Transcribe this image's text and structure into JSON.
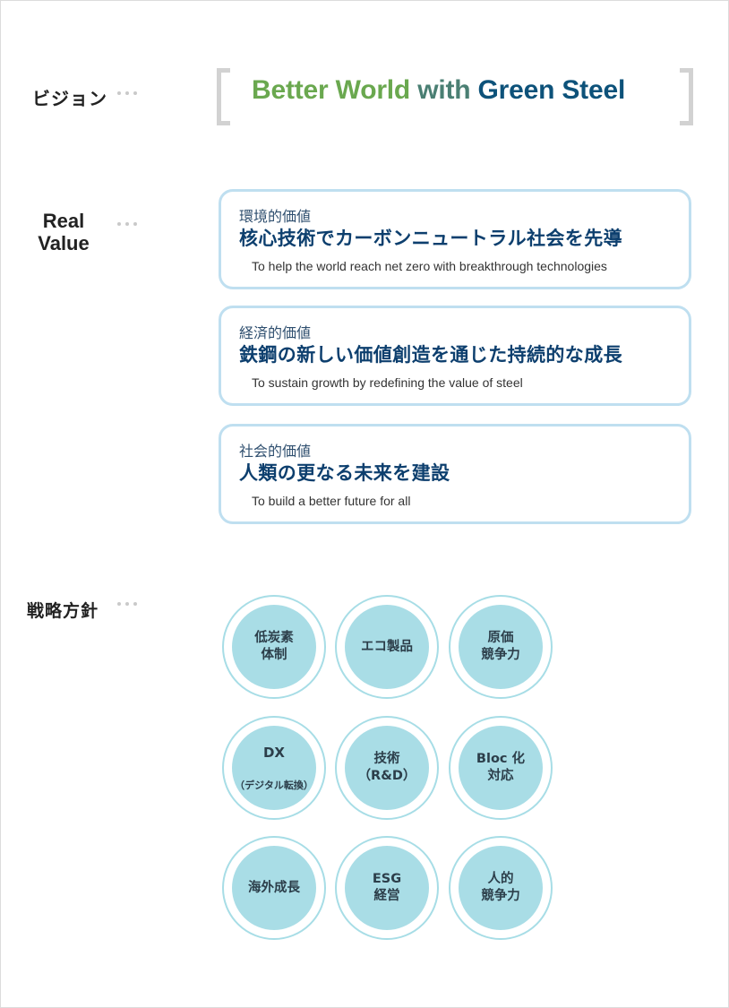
{
  "vision": {
    "label": "ビジョン",
    "slogan_part1": "Better World",
    "slogan_part2": "with",
    "slogan_part3": "Green Steel"
  },
  "real_value": {
    "label": "Real\nValue",
    "cards": [
      {
        "category": "環境的価値",
        "title": "核心技術でカーボンニュートラル社会を先導",
        "english": "To help the world reach net zero with breakthrough technologies"
      },
      {
        "category": "経済的価値",
        "title": "鉄鋼の新しい価値創造を通じた持続的な成長",
        "english": "To sustain growth by redefining the value of steel"
      },
      {
        "category": "社会的価値",
        "title": "人類の更なる未来を建設",
        "english": "To build a better future for all"
      }
    ]
  },
  "strategy": {
    "label": "戦略方針",
    "items": [
      {
        "text": "低炭素\n体制"
      },
      {
        "text": "エコ製品"
      },
      {
        "text": "原価\n競争力"
      },
      {
        "main": "DX",
        "sub": "（デジタル転換）"
      },
      {
        "text": "技術\n（R&D）"
      },
      {
        "text": "Bloc 化\n対応"
      },
      {
        "text": "海外成長"
      },
      {
        "text": "ESG\n経営"
      },
      {
        "text": "人的\n競争力"
      }
    ]
  },
  "colors": {
    "green": "#6aa84f",
    "teal": "#4a7f73",
    "navy": "#0d527a",
    "card_border": "#bfdff0",
    "circle_fill": "#a9dde6"
  }
}
